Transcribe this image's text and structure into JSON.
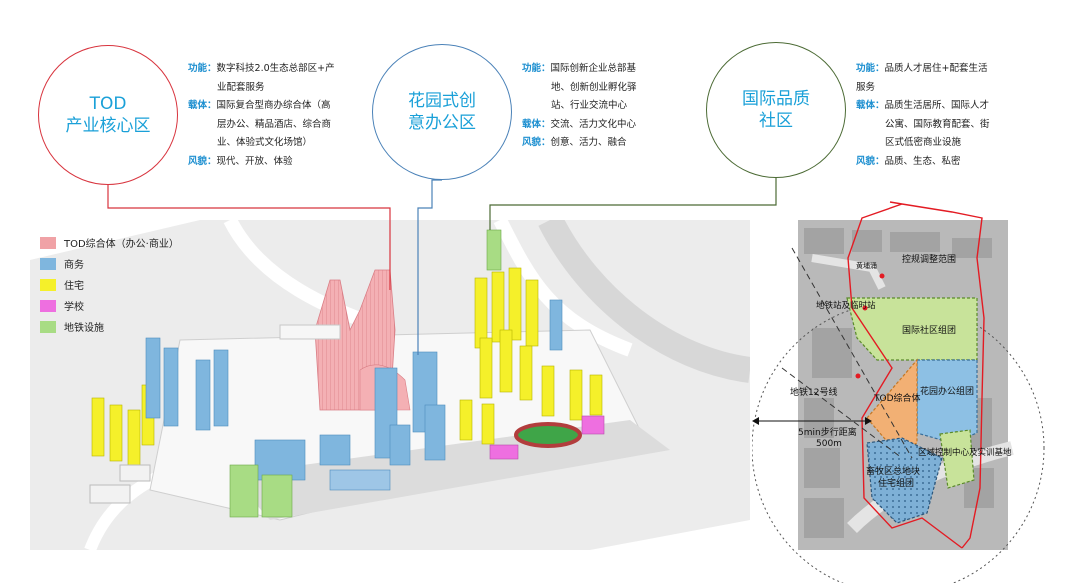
{
  "zones": [
    {
      "id": "tod",
      "title_lines": [
        "TOD",
        "产业核心区"
      ],
      "color": "#d8343e",
      "rows": [
        {
          "key": "功能",
          "lines": [
            "数字科技2.0生态总部区+产",
            "业配套服务"
          ]
        },
        {
          "key": "载体",
          "lines": [
            "国际复合型商办综合体（高",
            "层办公、精品酒店、综合商",
            "业、体验式文化场馆）"
          ]
        },
        {
          "key": "风貌",
          "lines": [
            "现代、开放、体验"
          ]
        }
      ]
    },
    {
      "id": "garden",
      "title_lines": [
        "花园式创",
        "意办公区"
      ],
      "color": "#4b82b8",
      "rows": [
        {
          "key": "功能",
          "lines": [
            "国际创新企业总部基",
            "地、创新创业孵化驿",
            "站、行业交流中心"
          ]
        },
        {
          "key": "载体",
          "lines": [
            "交流、活力文化中心"
          ]
        },
        {
          "key": "风貌",
          "lines": [
            "创意、活力、融合"
          ]
        }
      ]
    },
    {
      "id": "community",
      "title_lines": [
        "国际品质",
        "社区"
      ],
      "color": "#4c6b35",
      "rows": [
        {
          "key": "功能",
          "lines": [
            "品质人才居住+配套生活",
            "服务"
          ]
        },
        {
          "key": "载体",
          "lines": [
            "品质生活居所、国际人才",
            "公寓、国际教育配套、街",
            "区式低密商业设施"
          ]
        },
        {
          "key": "风貌",
          "lines": [
            "品质、生态、私密"
          ]
        }
      ]
    }
  ],
  "legend": [
    {
      "label": "TOD综合体（办公·商业）",
      "color": "#f0a2a6"
    },
    {
      "label": "商务",
      "color": "#7fb6de"
    },
    {
      "label": "住宅",
      "color": "#f5f02a"
    },
    {
      "label": "学校",
      "color": "#ee6fe0"
    },
    {
      "label": "地铁设施",
      "color": "#a8dc84"
    }
  ],
  "map": {
    "labels": {
      "boundary": "控规调整范围",
      "place": "黄埔涌",
      "metro_fac": "地铁站及临时站",
      "intl": "国际社区组团",
      "tod": "TOD综合体",
      "garden": "花园办公组团",
      "line12": "地铁12号线",
      "walk1": "5min步行距离",
      "walk2": "500m",
      "control": "区域控制中心及实训基地",
      "residential1": "畜牧区总地块",
      "residential2": "住宅组团"
    },
    "colors": {
      "intl": "#c8e39a",
      "tod": "#f2b074",
      "garden": "#8dc0e4",
      "residential": "#7eb0d6",
      "boundary": "#e31b23"
    }
  }
}
